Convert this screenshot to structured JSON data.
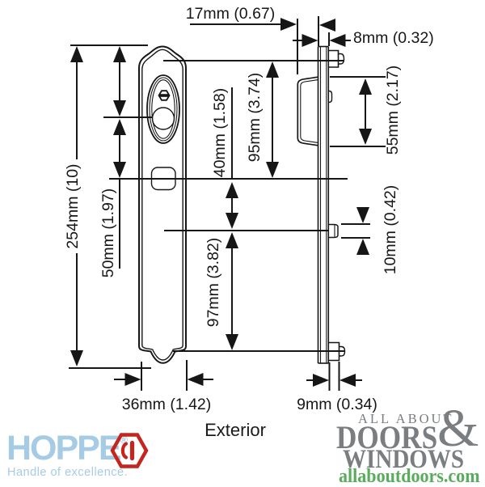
{
  "colors": {
    "ink": "#161616",
    "hoppe-blue": "#A6CBE5",
    "hoppe-red": "#C4251F",
    "retailer-gray": "#7A7E81",
    "retailer-green": "#58AD5C"
  },
  "dimensions": {
    "knob_projection": "17mm (0.67)",
    "plate_thickness": "8mm (0.32)",
    "overall_length": "254mm (10)",
    "cylinder_to_handle": "50mm (1.97)",
    "handle_to_pin": "40mm (1.58)",
    "top_to_handle": "95mm (3.74)",
    "pin_to_bottom": "97mm (3.82)",
    "knob_height": "55mm (2.17)",
    "pin_height": "10mm (0.42)",
    "plate_width": "36mm (1.42)",
    "cap_projection": "9mm (0.34)"
  },
  "diagram": {
    "view_label": "Exterior"
  },
  "branding": {
    "hoppe": {
      "wordmark": "HOPPE",
      "registered": "®",
      "tagline": "Handle of excellence."
    },
    "retailer": {
      "line1": "ALL ABOUT",
      "ampersand": "&",
      "line2": "DOORS",
      "line3": "WINDOWS",
      "url": "allaboutdoors.com"
    }
  }
}
